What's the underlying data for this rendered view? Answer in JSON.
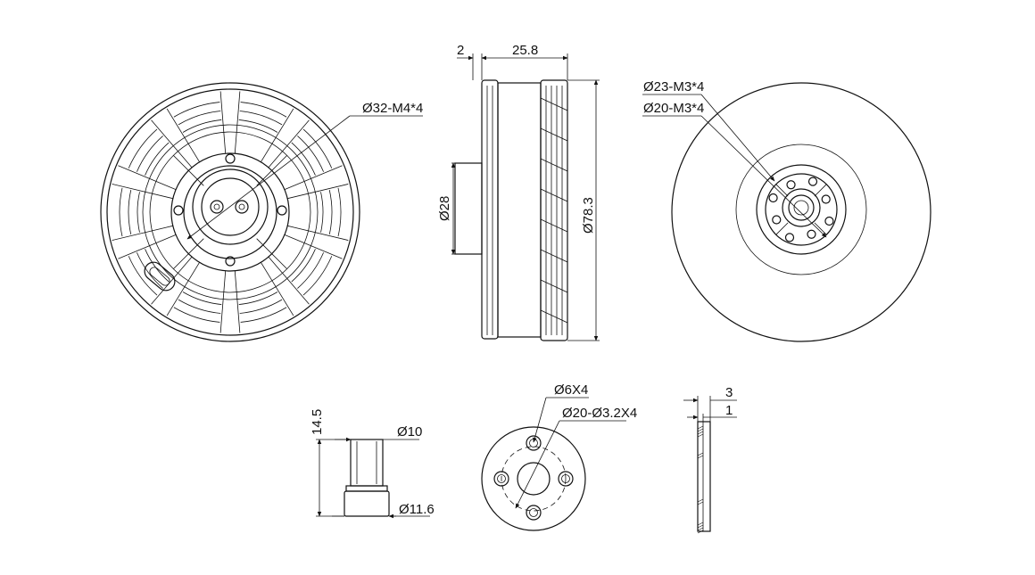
{
  "labels": {
    "front_bolt": "Ø32-M4*4",
    "side_offset": "2",
    "side_width": "25.8",
    "side_shaft_dia": "Ø28",
    "side_body_dia": "Ø78.3",
    "rear_bolt_outer": "Ø23-M3*4",
    "rear_bolt_inner": "Ø20-M3*4",
    "shaft_length": "14.5",
    "shaft_top_dia": "Ø10",
    "shaft_base_dia": "Ø11.6",
    "plate_hole": "Ø6X4",
    "plate_bolt": "Ø20-Ø3.2X4",
    "plate_thickness": "3",
    "plate_step": "1"
  }
}
